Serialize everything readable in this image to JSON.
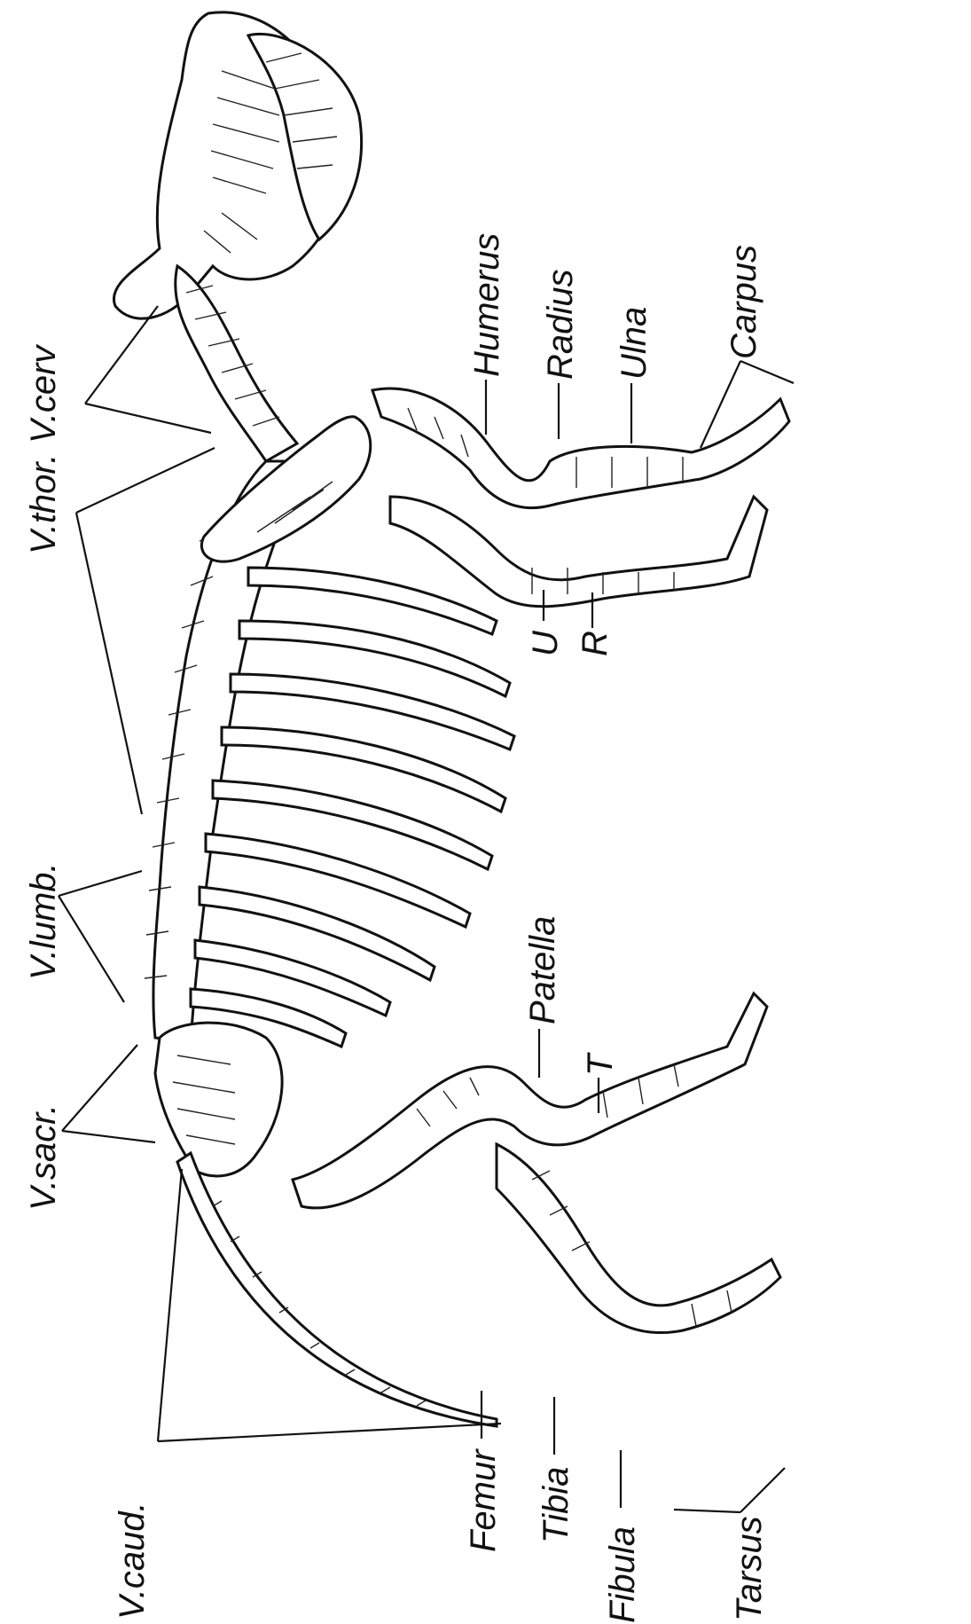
{
  "figure": {
    "labels": {
      "v_cerv": "V.cerv",
      "v_thor": "V.thor.",
      "v_lumb": "V.lumb.",
      "v_sacr": "V.sacr.",
      "v_caud": "V.caud.",
      "humerus": "Humerus",
      "radius": "Radius",
      "ulna": "Ulna",
      "carpus": "Carpus",
      "u": "U",
      "r": "R",
      "patella": "Patella",
      "t": "T",
      "femur": "Femur",
      "tibia": "Tibia",
      "fibula": "Fibula",
      "tarsus": "Tarsus"
    }
  }
}
